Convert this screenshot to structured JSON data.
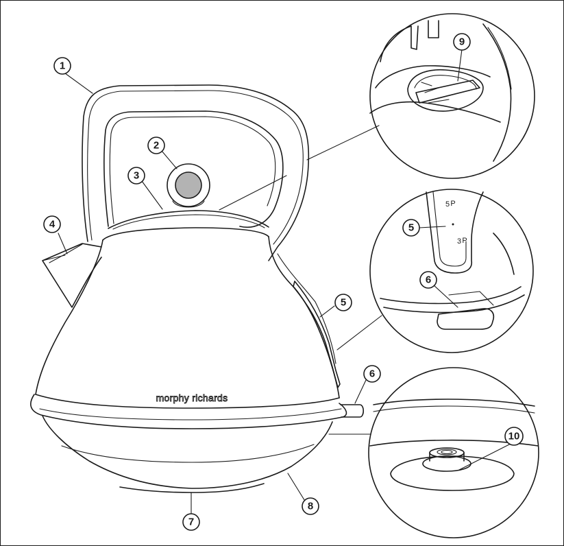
{
  "brand": {
    "logo_text": "morphy richards"
  },
  "callouts": [
    {
      "id": "1",
      "label": "1"
    },
    {
      "id": "2",
      "label": "2"
    },
    {
      "id": "3",
      "label": "3"
    },
    {
      "id": "4",
      "label": "4"
    },
    {
      "id": "5",
      "label": "5"
    },
    {
      "id": "6",
      "label": "6"
    },
    {
      "id": "7",
      "label": "7"
    },
    {
      "id": "8",
      "label": "8"
    },
    {
      "id": "9",
      "label": "9"
    },
    {
      "id": "5b",
      "label": "5"
    },
    {
      "id": "6b",
      "label": "6"
    },
    {
      "id": "10",
      "label": "10"
    }
  ],
  "water_window": {
    "max_mark": "P",
    "max_num": "5",
    "min_mark": "P",
    "min_num": "3"
  },
  "colors": {
    "line": "#1a1a1a",
    "button_fill": "#b3b3b3",
    "background": "#ffffff"
  }
}
